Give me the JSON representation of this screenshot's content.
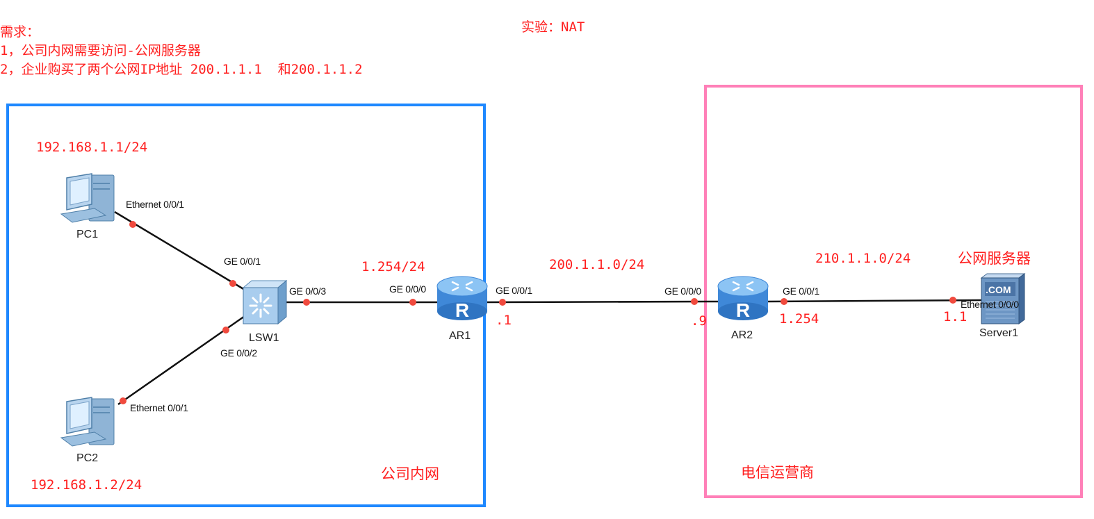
{
  "requirements": {
    "heading": "需求：",
    "line1": "1，公司内网需要访问-公网服务器",
    "line2": "2，企业购买了两个公网IP地址 200.1.1.1  和200.1.1.2"
  },
  "experiment_title": "实验：NAT",
  "zones": {
    "intranet_label": "公司内网",
    "isp_label": "电信运营商",
    "intranet_color": "#1e88ff",
    "isp_color": "#ff80b8"
  },
  "devices": {
    "pc1": "PC1",
    "pc2": "PC2",
    "lsw1": "LSW1",
    "ar1": "AR1",
    "ar2": "AR2",
    "server1": "Server1"
  },
  "ports": {
    "pc1_eth": "Ethernet 0/0/1",
    "pc2_eth": "Ethernet 0/0/1",
    "lsw1_ge1": "GE 0/0/1",
    "lsw1_ge2": "GE 0/0/2",
    "lsw1_ge3": "GE 0/0/3",
    "ar1_ge0": "GE 0/0/0",
    "ar1_ge1": "GE 0/0/1",
    "ar2_ge0": "GE 0/0/0",
    "ar2_ge1": "GE 0/0/1",
    "server_eth": "Ethernet 0/0/0"
  },
  "addresses": {
    "pc1_ip": "192.168.1.1/24",
    "pc2_ip": "192.168.1.2/24",
    "ar1_lan": "1.254/24",
    "wan_net": "200.1.1.0/24",
    "ar1_wan": ".1",
    "ar2_wan": ".9",
    "server_net": "210.1.1.0/24",
    "ar2_srv": "1.254",
    "server_ip": "1.1"
  },
  "server_caption": "公网服务器",
  "server_badge": ".COM"
}
